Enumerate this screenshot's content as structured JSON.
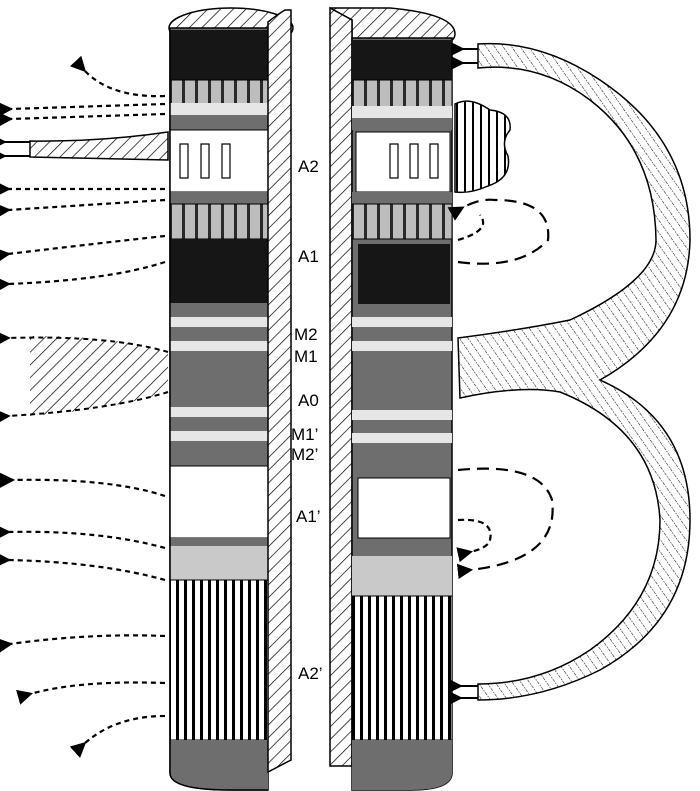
{
  "labels": {
    "a2": "A2",
    "a1": "A1",
    "m2": "M2",
    "m1": "M1",
    "a0": "A0",
    "m1p": "M1’",
    "m2p": "M2’",
    "a1p": "A1’",
    "a2p": "A2’"
  },
  "colors": {
    "black": "#161616",
    "dark_gray": "#6e6e6e",
    "light_gray": "#c9c9c9",
    "white": "#ffffff",
    "outline": "#000000"
  }
}
